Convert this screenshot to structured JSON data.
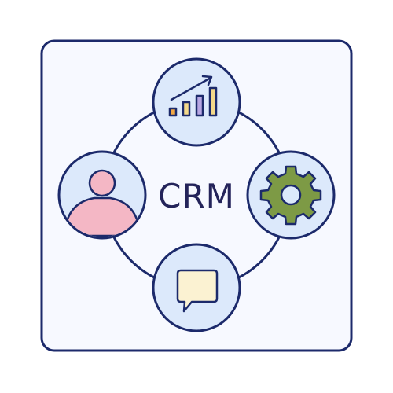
{
  "diagram": {
    "center_label": "CRM",
    "nodes": [
      {
        "name": "growth-chart",
        "icon": "bar-chart-growth-icon"
      },
      {
        "name": "settings",
        "icon": "gear-icon"
      },
      {
        "name": "messaging",
        "icon": "speech-bubble-icon"
      },
      {
        "name": "customer",
        "icon": "user-avatar-icon"
      }
    ]
  },
  "colors": {
    "outline": "#1c2a6b",
    "frame_fill": "#f7f9ff",
    "node_fill": "#dce9fb",
    "bars_orange": "#f2a845",
    "bars_purple": "#b7a6e3",
    "bars_yellow": "#f4d98a",
    "gear": "#7d9a45",
    "avatar_head": "#f4b7c5",
    "bubble": "#fbf2d2"
  }
}
